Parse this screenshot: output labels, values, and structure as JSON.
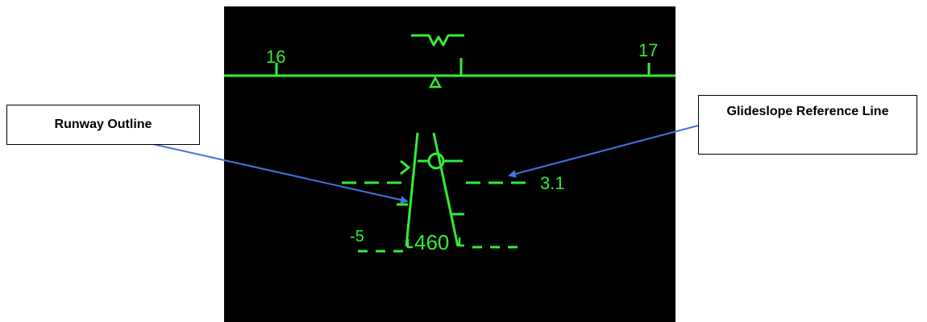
{
  "colors": {
    "hud_symbology": "#33ee33",
    "hud_background": "#000000",
    "callout_arrow": "#4472e0",
    "callout_border": "#000000"
  },
  "heading_scale": {
    "left_label": "16",
    "right_label": "17"
  },
  "glideslope": {
    "value_label": "3.1"
  },
  "readouts": {
    "left_value": "-5",
    "center_value": "460"
  },
  "callouts": {
    "runway_outline": "Runway Outline",
    "glideslope_reference_line": "Glideslope Reference Line"
  }
}
